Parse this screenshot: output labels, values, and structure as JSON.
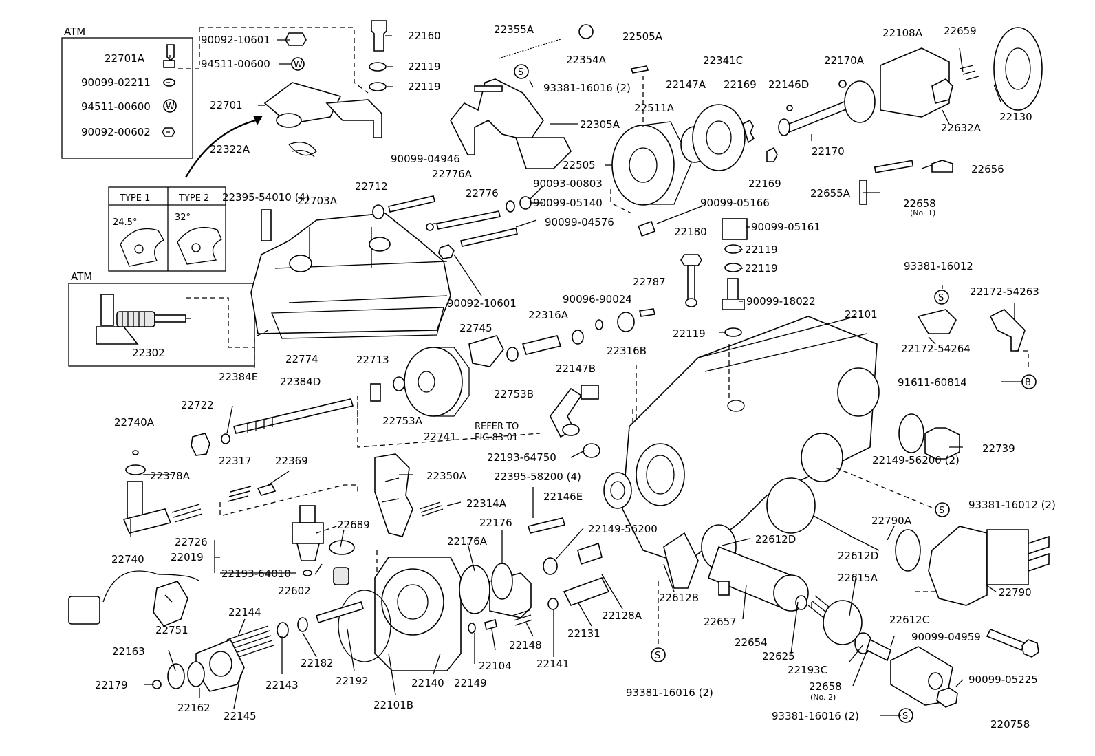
{
  "boxes": {
    "atm_top": "ATM",
    "atm_mid": "ATM",
    "type1": "TYPE 1",
    "type2": "TYPE 2",
    "angle1": "24.5°",
    "angle2": "32°"
  },
  "symbols": {
    "s": "S",
    "w": "W",
    "b": "B"
  },
  "refer": {
    "line1": "REFER TO",
    "line2": "FIG 83-01"
  },
  "labels": [
    "22701A",
    "90099-02211",
    "94511-00600",
    "90092-00602",
    "90092-10601",
    "94511-00600",
    "22701",
    "22322A",
    "22160",
    "22119",
    "22119",
    "22355A",
    "22354A",
    "22505A",
    "93381-16016 (2)",
    "22305A",
    "22108A",
    "22659",
    "22130",
    "22170A",
    "22632A",
    "22170",
    "22341C",
    "22147A",
    "22169",
    "22146D",
    "22511A",
    "22505",
    "22169",
    "90099-05166",
    "22656",
    "22655A",
    "22658",
    "(No. 1)",
    "22395-54010 (4)",
    "22703A",
    "22712",
    "90099-04946",
    "22776A",
    "22776",
    "90093-00803",
    "90099-05140",
    "90099-04576",
    "90092-10601",
    "22180",
    "90099-05161",
    "22119",
    "22119",
    "22787",
    "90096-90024",
    "90099-18022",
    "22119",
    "22302",
    "22774",
    "22713",
    "22745",
    "22316A",
    "22147B",
    "22316B",
    "22753B",
    "22753A",
    "22741",
    "22101",
    "93381-16012",
    "22172-54263",
    "22172-54264",
    "91611-60814",
    "22384E",
    "22384D",
    "22722",
    "22740A",
    "22378A",
    "22317",
    "22369",
    "22726",
    "22740",
    "22019",
    "22193-64010",
    "22602",
    "22689",
    "22350A",
    "22314A",
    "22193-64750",
    "22395-58200 (4)",
    "22146E",
    "22149-56200",
    "22176",
    "22176A",
    "22739",
    "22149-56200 (2)",
    "93381-16012 (2)",
    "22790A",
    "22790",
    "22612D",
    "22612B",
    "22657",
    "22654",
    "22612D",
    "22615A",
    "22751",
    "22144",
    "22163",
    "22179",
    "22162",
    "22145",
    "22143",
    "22182",
    "22192",
    "22101B",
    "22140",
    "22149",
    "22104",
    "22148",
    "22141",
    "22131",
    "22128A",
    "93381-16016 (2)",
    "22625",
    "22193C",
    "22658",
    "(No. 2)",
    "22612C",
    "90099-04959",
    "90099-05225",
    "93381-16016 (2)",
    "220758"
  ]
}
